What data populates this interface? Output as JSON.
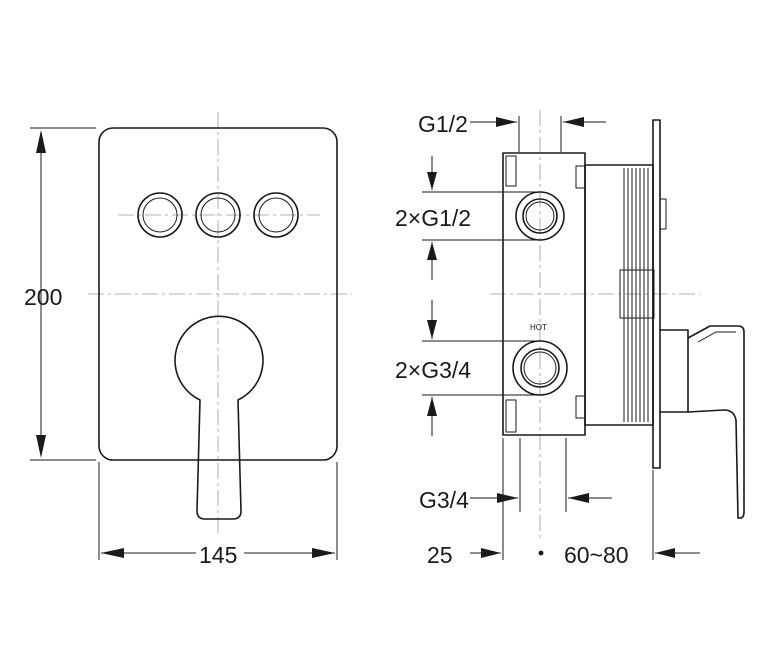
{
  "front_view": {
    "height_label": "200",
    "width_label": "145"
  },
  "side_view": {
    "top_inlet_label": "G1/2",
    "upper_ports_label": "2×G1/2",
    "lower_ports_label": "2×G3/4",
    "bottom_outlet_label": "G3/4",
    "depth_label_left": "25",
    "depth_label_right": "60~80",
    "port_marking": "HOT"
  }
}
